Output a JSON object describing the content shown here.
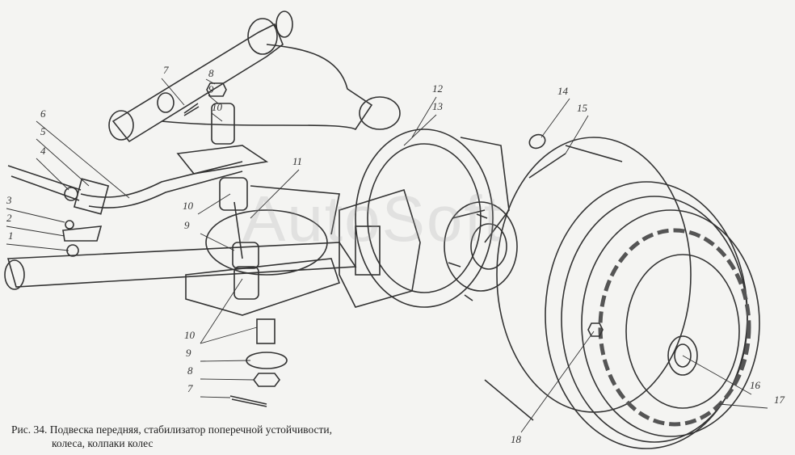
{
  "figure": {
    "caption_line1": "Рис. 34. Подвеска передняя, стабилизатор поперечной устойчивости,",
    "caption_line2": "колеса, колпаки колес",
    "watermark": "AutoSoft"
  },
  "callouts": [
    "7",
    "8",
    "9",
    "10",
    "6",
    "5",
    "4",
    "3",
    "2",
    "1",
    "11",
    "10",
    "9",
    "12",
    "13",
    "14",
    "15",
    "10",
    "9",
    "8",
    "7",
    "16",
    "17",
    "18"
  ],
  "colors": {
    "ink": "#333333",
    "paper": "#f4f4f2"
  }
}
